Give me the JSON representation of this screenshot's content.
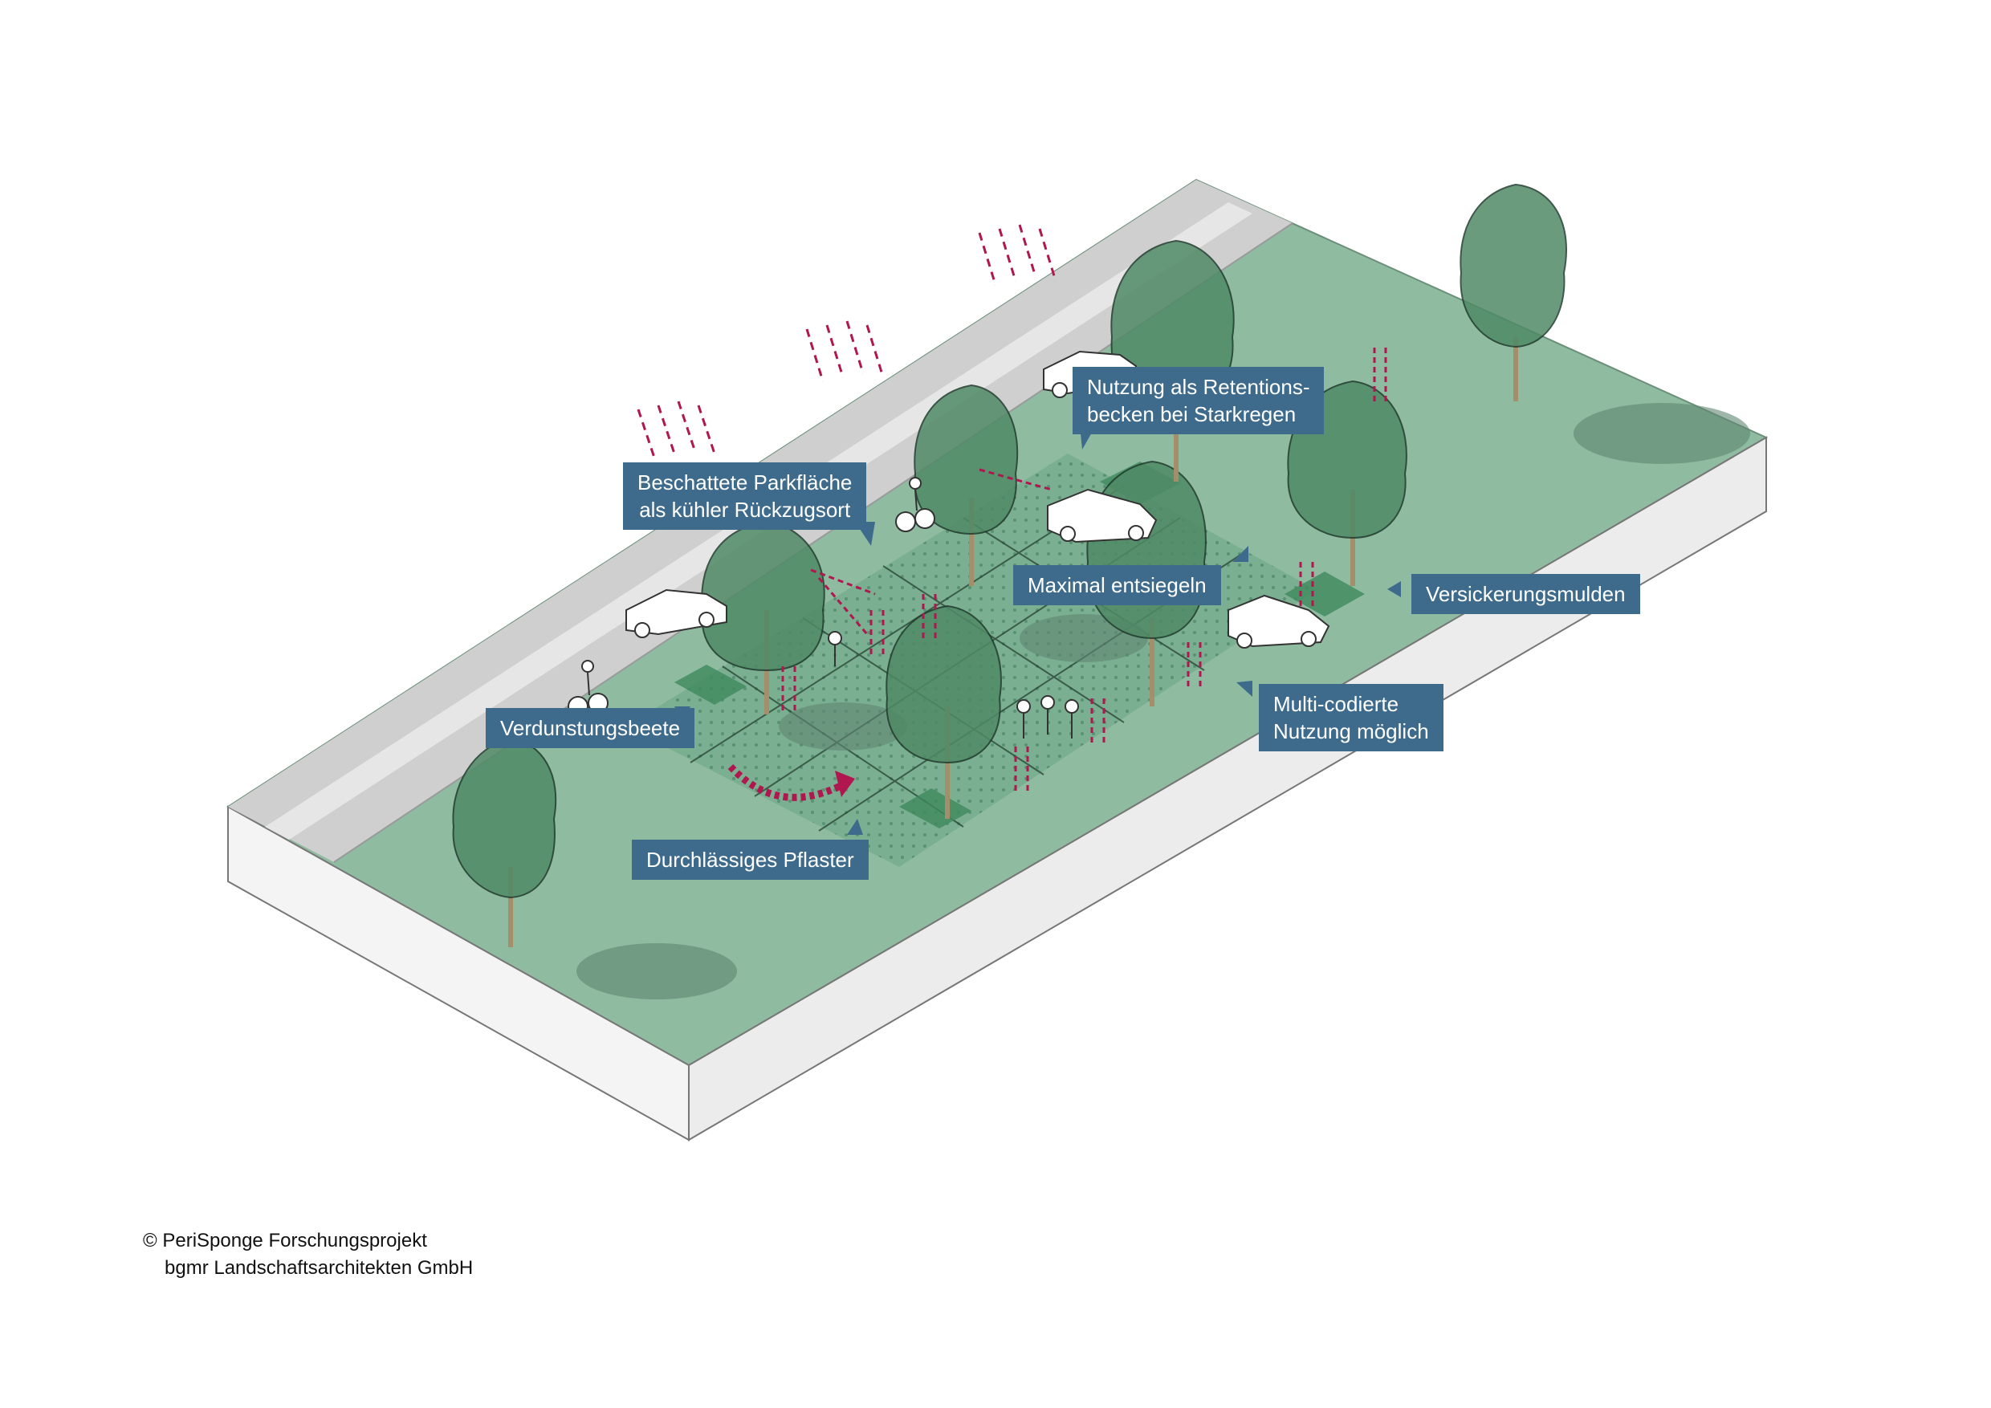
{
  "labels": {
    "retention": "Nutzung als Retentions-\nbecken bei Starkregen",
    "shaded_parking": "Beschattete Parkfläche\nals kühler Rückzugsort",
    "unseal": "Maximal entsiegeln",
    "infiltration": "Versickerungsmulden",
    "evaporation": "Verdunstungsbeete",
    "multi_coded": "Multi-codierte\nNutzung möglich",
    "permeable": "Durchlässiges Pflaster"
  },
  "credit": {
    "line1": "© PeriSponge Forschungsprojekt",
    "line2": "bgmr Landschaftsarchitekten GmbH"
  },
  "colors": {
    "callout": "#3e6b8c",
    "lawn": "#8fbba0",
    "lawn_dark": "#6aa585",
    "tree": "#4f8a66",
    "road": "#c9c9c9",
    "arrow": "#b0174f",
    "slab_side": "#f4f4f4"
  }
}
